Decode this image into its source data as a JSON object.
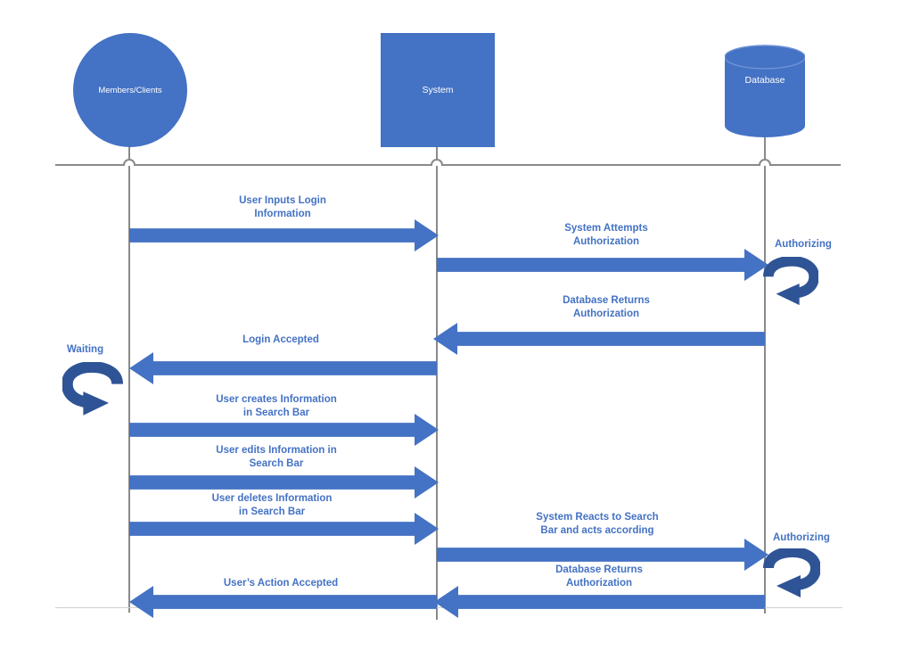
{
  "diagram": {
    "type": "sequence-diagram",
    "accent_color": "#4472C4",
    "loop_icon_color": "#2F5496",
    "line_color": "#8A8A8A",
    "actors": [
      {
        "name": "Members/Clients",
        "shape": "circle"
      },
      {
        "name": "System",
        "shape": "square"
      },
      {
        "name": "Database",
        "shape": "cylinder"
      }
    ],
    "messages": [
      {
        "label": "User Inputs Login\nInformation",
        "from": "Members/Clients",
        "to": "System"
      },
      {
        "label": "System Attempts\nAuthorization",
        "from": "System",
        "to": "Database"
      },
      {
        "label": "Database Returns\nAuthorization",
        "from": "Database",
        "to": "System"
      },
      {
        "label": "Login Accepted",
        "from": "System",
        "to": "Members/Clients"
      },
      {
        "label": "User creates Information\nin Search Bar",
        "from": "Members/Clients",
        "to": "System"
      },
      {
        "label": "User edits Information in\nSearch Bar",
        "from": "Members/Clients",
        "to": "System"
      },
      {
        "label": "User deletes Information\nin Search Bar",
        "from": "Members/Clients",
        "to": "System"
      },
      {
        "label": "System Reacts to Search\nBar and acts according",
        "from": "System",
        "to": "Database"
      },
      {
        "label": "Database Returns\nAuthorization",
        "from": "Database",
        "to": "System"
      },
      {
        "label": "User’s Action Accepted",
        "from": "System",
        "to": "Members/Clients"
      }
    ],
    "status_labels": {
      "waiting": "Waiting",
      "authorizing_top": "Authorizing",
      "authorizing_bottom": "Authorizing"
    }
  }
}
